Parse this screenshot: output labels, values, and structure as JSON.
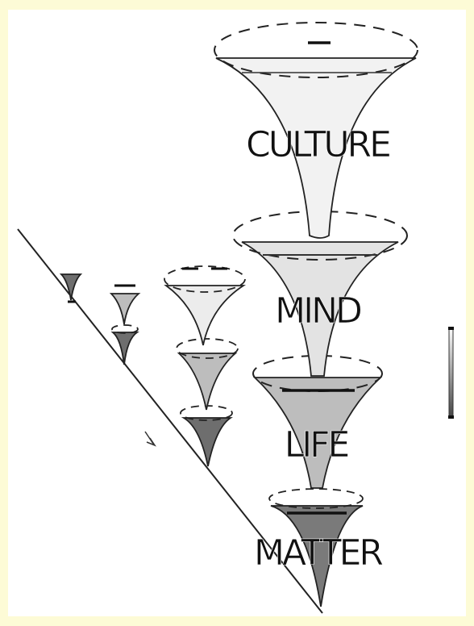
{
  "labels": {
    "culture": "CULTURE",
    "mind": "MIND",
    "life": "LIFE",
    "matter": "MATTER"
  },
  "colors": {
    "page_border": "#fdfbd6",
    "background": "#ffffff",
    "culture_fill": "#f2f2f2",
    "mind_fill": "#e3e3e3",
    "life_fill": "#bdbdbd",
    "matter_fill": "#7a7a7a",
    "line": "#222222"
  },
  "icons": {
    "time_axis": "diagonal-line-arrow",
    "scale_bar": "vertical-gradient-bar"
  }
}
